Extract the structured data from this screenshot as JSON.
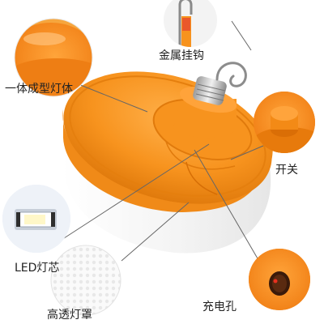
{
  "labels": {
    "hook": "金属挂钩",
    "body": "一体成型灯体",
    "switch": "开关",
    "led": "LED灯芯",
    "charge": "充电孔",
    "shade": "高透灯罩"
  },
  "colors": {
    "orange": "#F7931E",
    "orange_dark": "#E07A0C",
    "diffuser": "#F2F2F2",
    "leader_line": "#666666",
    "text": "#222222"
  },
  "icons": {
    "hook": "metal-hook-icon",
    "switch": "power-switch-icon",
    "led": "led-chip-icon",
    "charge": "charging-port-icon",
    "shade": "diffuser-texture-icon"
  }
}
